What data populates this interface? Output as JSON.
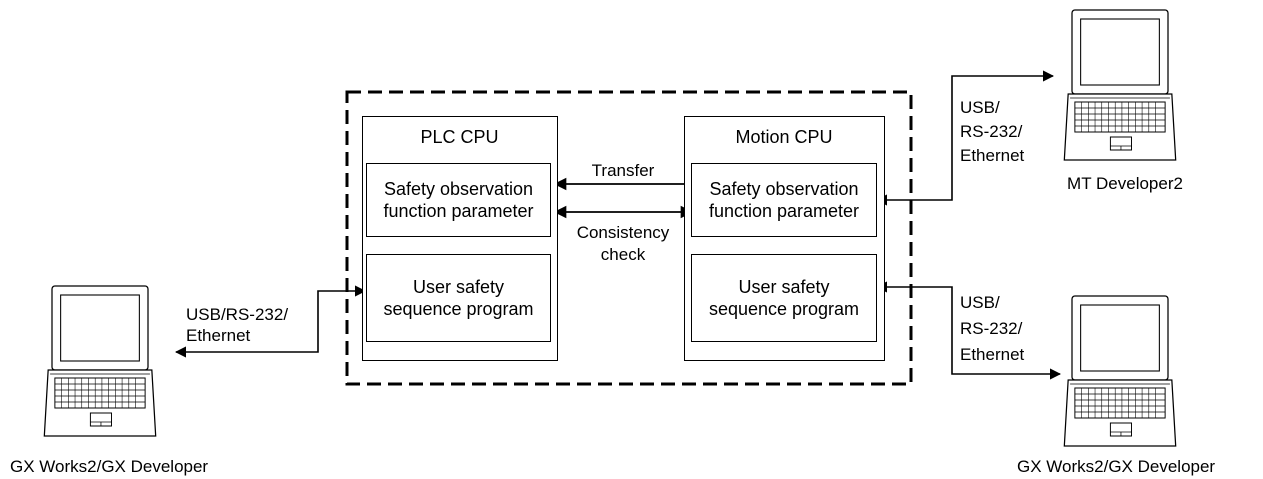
{
  "plc_cpu": {
    "title": "PLC CPU",
    "param_line1": "Safety observation",
    "param_line2": "function parameter",
    "program_line1": "User safety",
    "program_line2": "sequence program"
  },
  "motion_cpu": {
    "title": "Motion CPU",
    "param_line1": "Safety observation",
    "param_line2": "function parameter",
    "program_line1": "User safety",
    "program_line2": "sequence program"
  },
  "center": {
    "transfer_label": "Transfer",
    "consistency_line1": "Consistency",
    "consistency_line2": "check"
  },
  "connections": {
    "left_line1": "USB/RS-232/",
    "left_line2": "Ethernet",
    "right_top_line1": "USB/",
    "right_top_line2": "RS-232/",
    "right_top_line3": "Ethernet",
    "right_bottom_line1": "USB/",
    "right_bottom_line2": "RS-232/",
    "right_bottom_line3": "Ethernet"
  },
  "computers": {
    "left_label": "GX Works2/GX Developer",
    "right_top_label": "MT Developer2",
    "right_bottom_label": "GX Works2/GX Developer"
  }
}
